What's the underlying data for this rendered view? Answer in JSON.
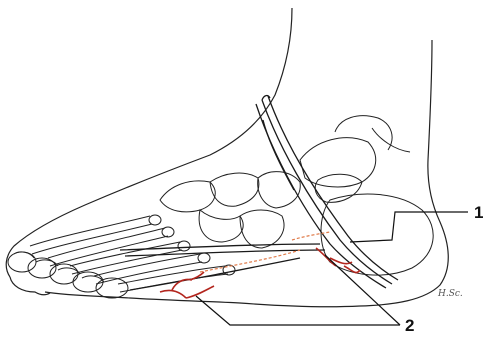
{
  "figure": {
    "labels": [
      {
        "id": "label-1",
        "text": "1"
      },
      {
        "id": "label-2",
        "text": "2"
      }
    ],
    "signature": "H.Sc.",
    "colors": {
      "ink": "#1a1a1a",
      "vessel": "#b3261e",
      "vessel_dashed": "#e07b4a",
      "background": "#ffffff"
    }
  }
}
